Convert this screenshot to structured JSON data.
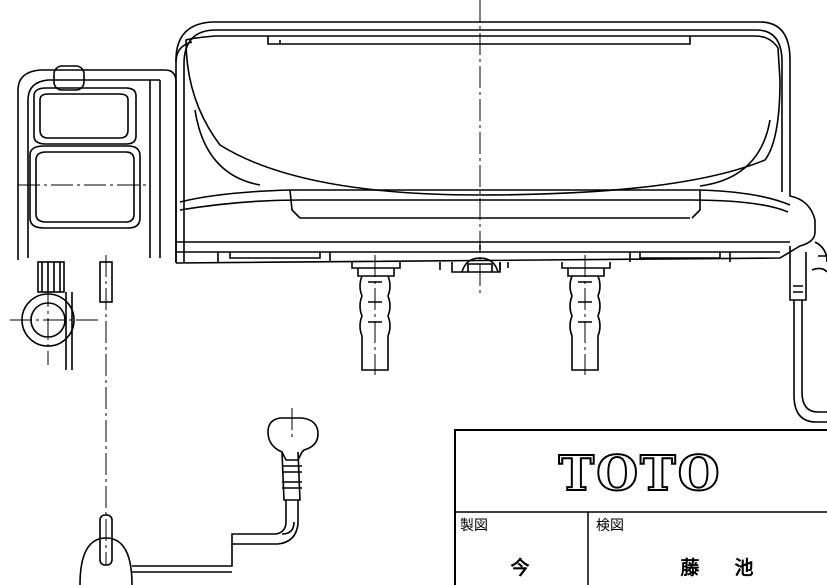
{
  "title_block": {
    "logo": "TOTO",
    "made_by_label": "製図",
    "made_by_name": "今",
    "checked_by_label": "検図",
    "checked_by_name_1": "藤",
    "checked_by_name_2": "池"
  },
  "colors": {
    "ink": "#000000",
    "paper": "#ffffff"
  }
}
